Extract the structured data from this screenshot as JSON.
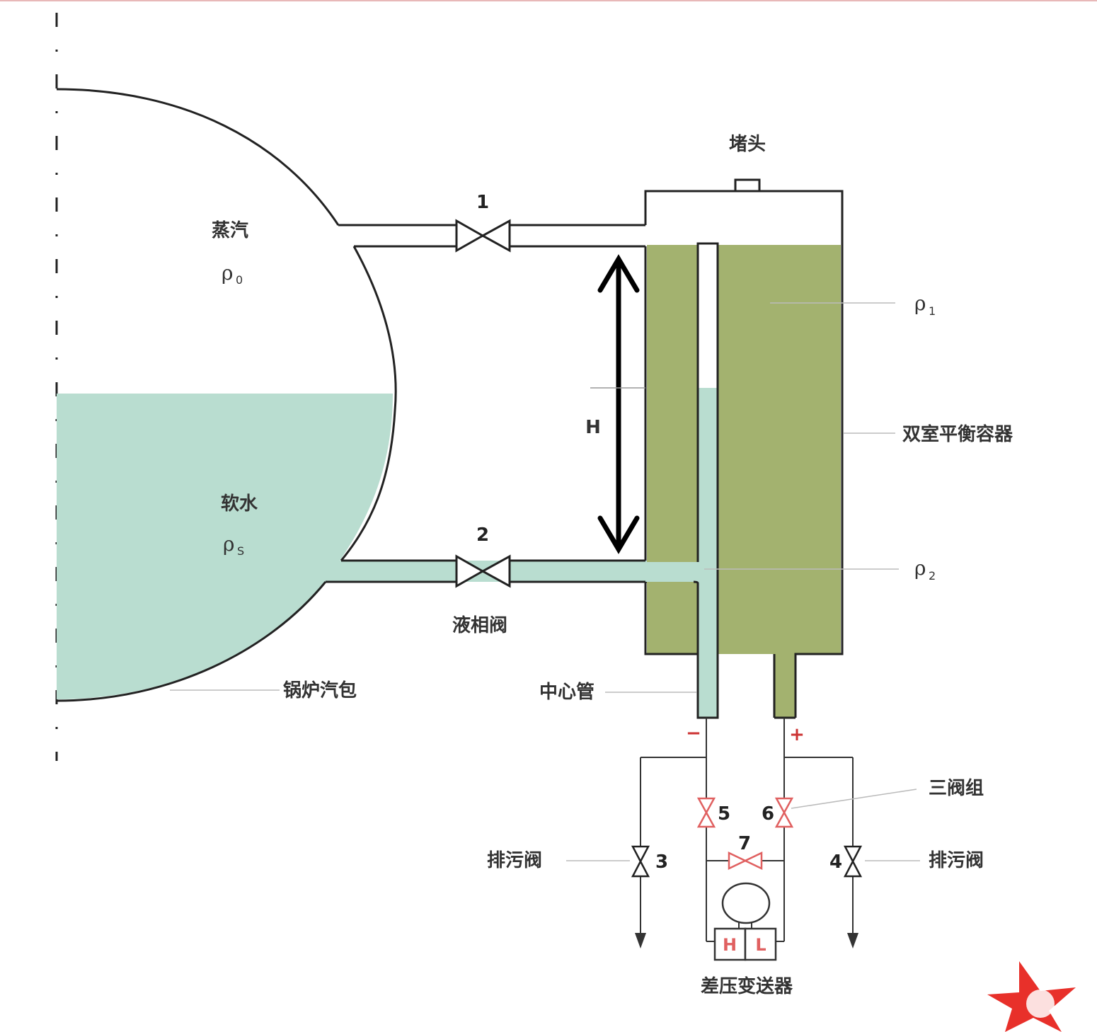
{
  "labels": {
    "plug": "堵头",
    "steam": "蒸汽",
    "steam_density": "ρ",
    "steam_density_sub": "0",
    "soft_water": "软水",
    "water_density": "ρ",
    "water_density_sub": "S",
    "rho1": "ρ",
    "rho1_sub": "1",
    "rho2": "ρ",
    "rho2_sub": "2",
    "height": "H",
    "dual_chamber_vessel": "双室平衡容器",
    "liquid_valve": "液相阀",
    "boiler_drum": "锅炉汽包",
    "center_tube": "中心管",
    "three_valve_manifold": "三阀组",
    "drain_valve_left": "排污阀",
    "drain_valve_right": "排污阀",
    "dp_transmitter": "差压变送器",
    "minus": "−",
    "plus": "+",
    "high": "H",
    "low": "L"
  },
  "valves": {
    "v1": "1",
    "v2": "2",
    "v3": "3",
    "v4": "4",
    "v5": "5",
    "v6": "6",
    "v7": "7"
  },
  "colors": {
    "water": "#b9ddd0",
    "condensate": "#a3b26f",
    "line": "#222222",
    "manifold_valve": "#e06060",
    "sign_red": "#cc3333",
    "logo": "#e8302a"
  }
}
